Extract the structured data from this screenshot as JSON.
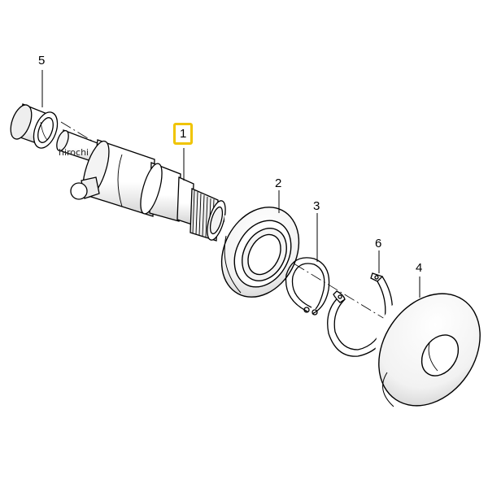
{
  "diagram": {
    "callouts": {
      "part_1": "1",
      "part_2": "2",
      "part_3": "3",
      "part_4": "4",
      "part_5": "5",
      "part_6": "6"
    },
    "highlighted_part": "1",
    "highlight_color": "#f0c400",
    "line_color": "#000000",
    "fill_color": "#ffffff",
    "shade_color": "#e6e6e6"
  },
  "watermark": "hirochi"
}
